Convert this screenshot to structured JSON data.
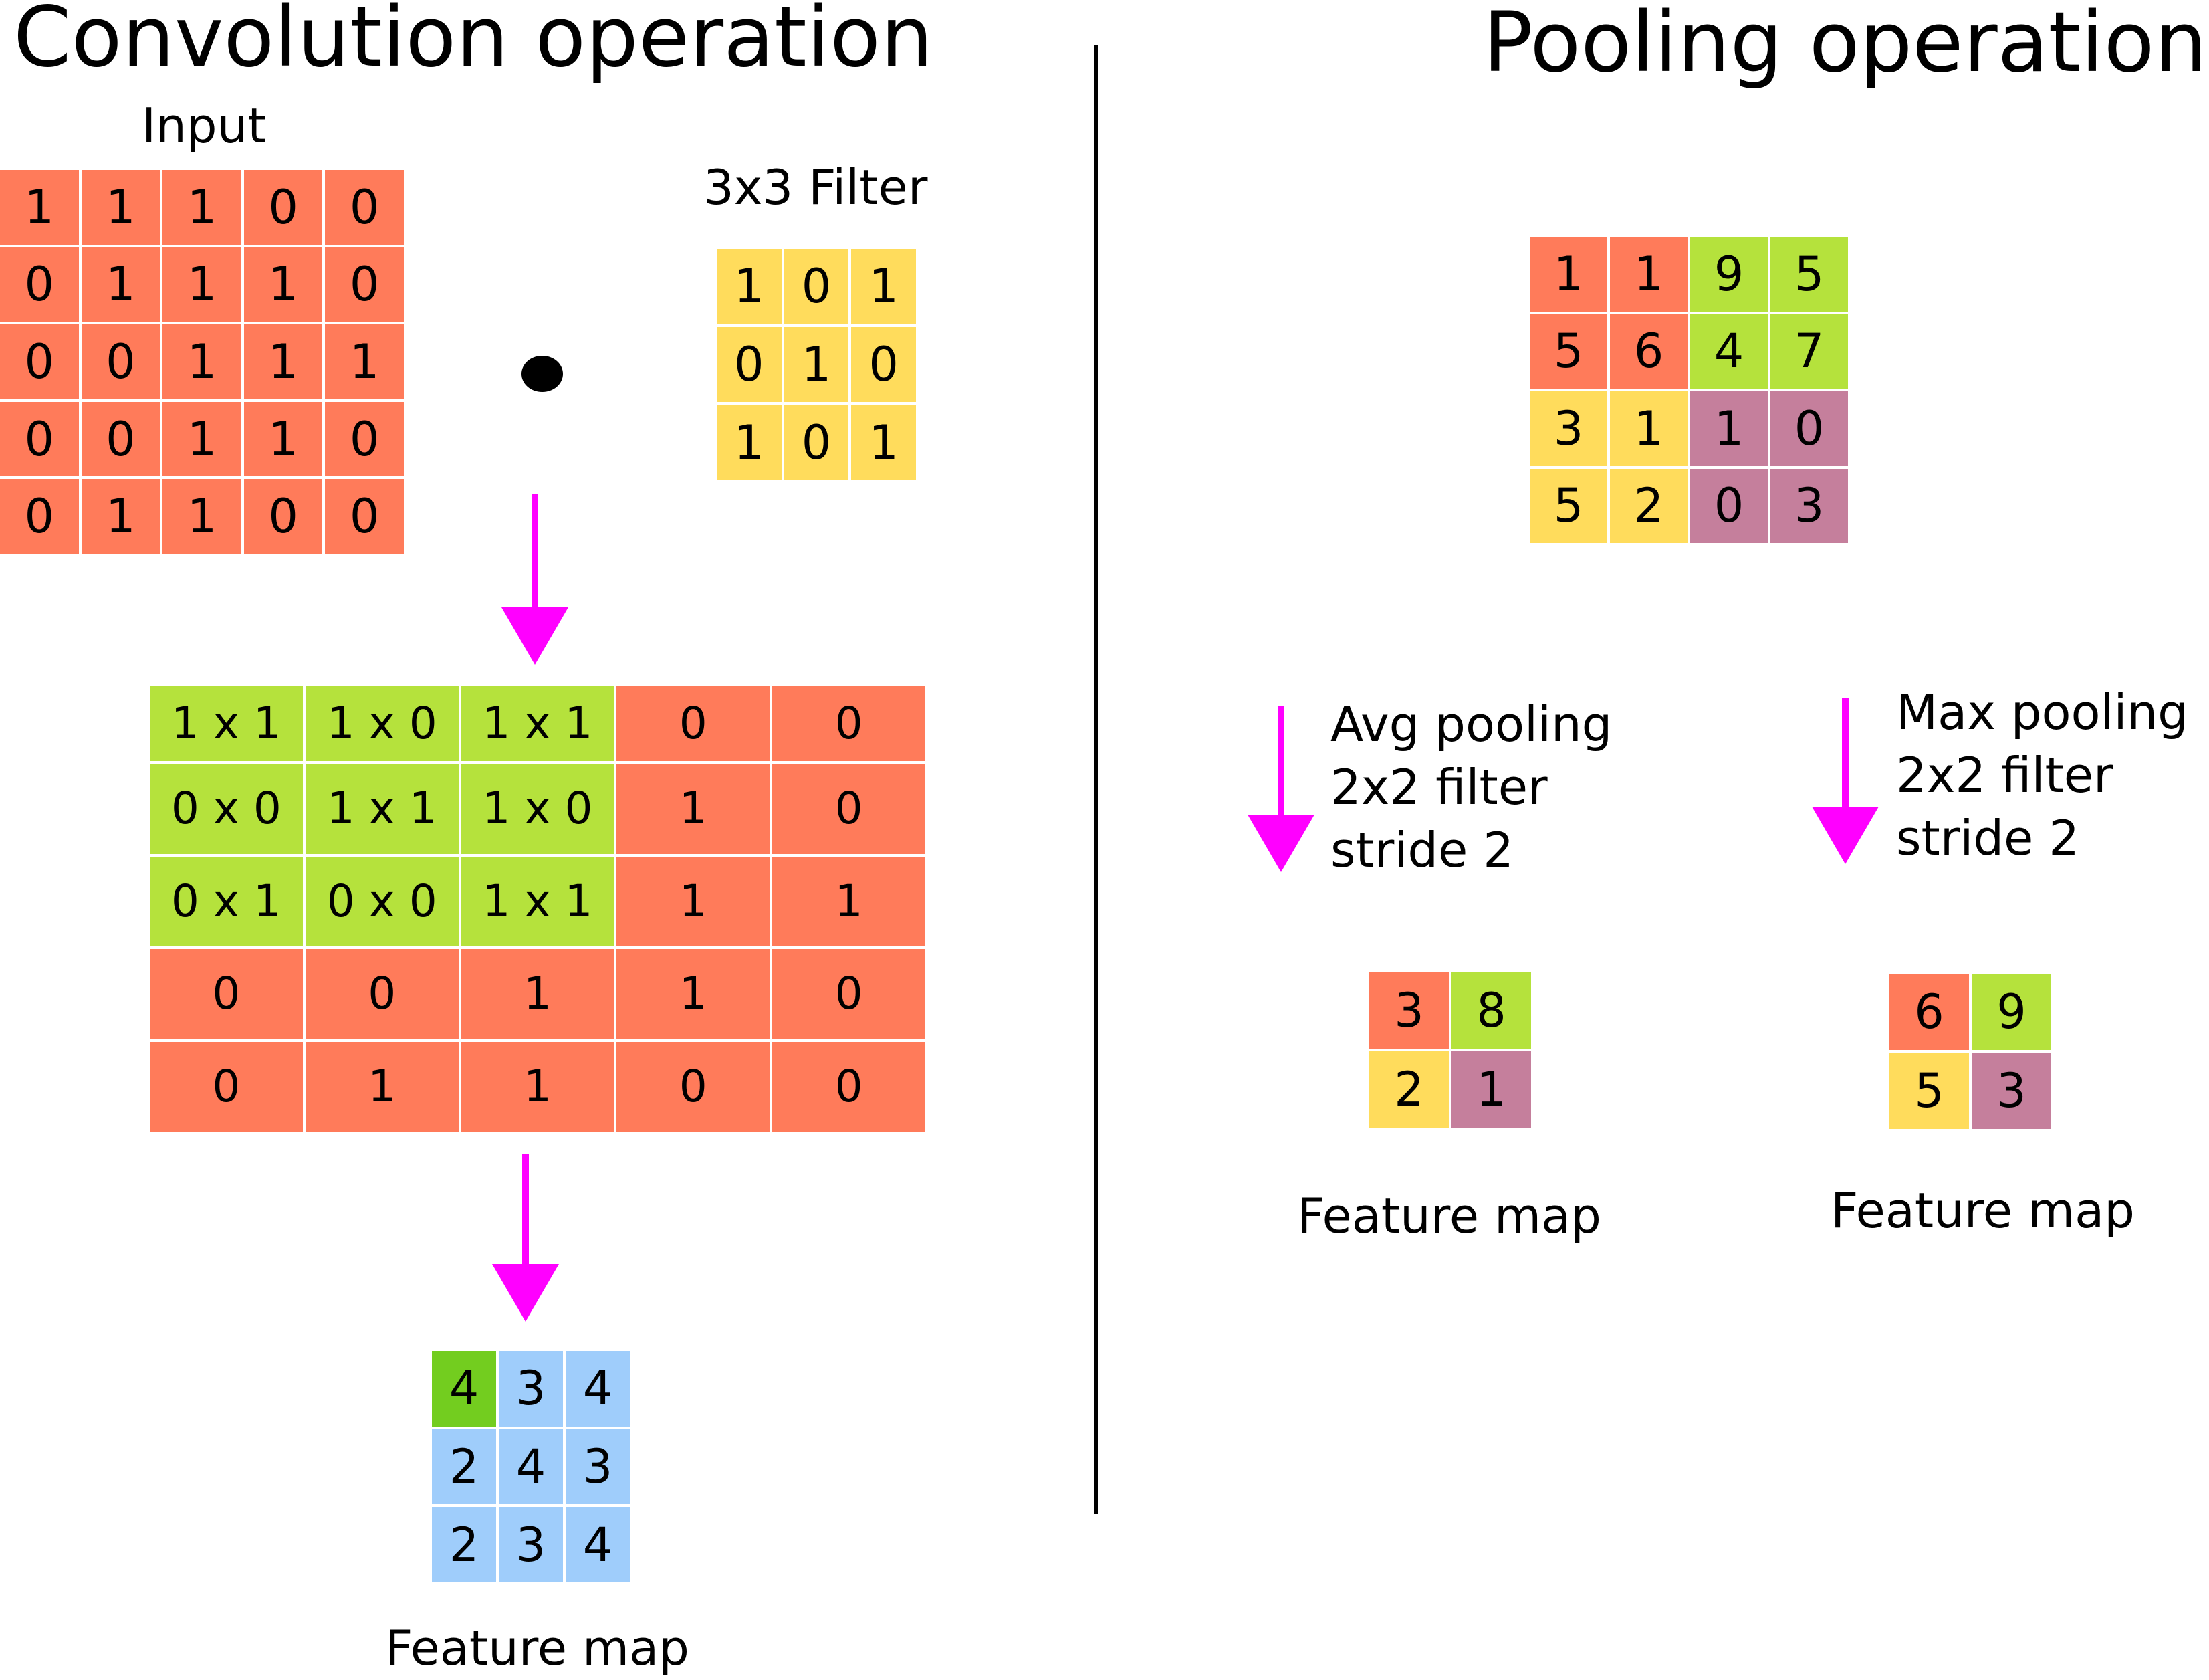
{
  "convolution": {
    "title": "Convolution operation",
    "input_label": "Input",
    "filter_label": "3x3 Filter",
    "feature_map_label": "Feature map",
    "input": [
      [
        "1",
        "1",
        "1",
        "0",
        "0"
      ],
      [
        "0",
        "1",
        "1",
        "1",
        "0"
      ],
      [
        "0",
        "0",
        "1",
        "1",
        "1"
      ],
      [
        "0",
        "0",
        "1",
        "1",
        "0"
      ],
      [
        "0",
        "1",
        "1",
        "0",
        "0"
      ]
    ],
    "filter": [
      [
        "1",
        "0",
        "1"
      ],
      [
        "0",
        "1",
        "0"
      ],
      [
        "1",
        "0",
        "1"
      ]
    ],
    "product": [
      [
        "1 x 1",
        "1 x 0",
        "1 x 1",
        "0",
        "0"
      ],
      [
        "0 x 0",
        "1 x 1",
        "1 x 0",
        "1",
        "0"
      ],
      [
        "0 x 1",
        "0 x 0",
        "1 x 1",
        "1",
        "1"
      ],
      [
        "0",
        "0",
        "1",
        "1",
        "0"
      ],
      [
        "0",
        "1",
        "1",
        "0",
        "0"
      ]
    ],
    "feature_map": [
      [
        "4",
        "3",
        "4"
      ],
      [
        "2",
        "4",
        "3"
      ],
      [
        "2",
        "3",
        "4"
      ]
    ]
  },
  "pooling": {
    "title": "Pooling operation",
    "input": [
      [
        "1",
        "1",
        "9",
        "5"
      ],
      [
        "5",
        "6",
        "4",
        "7"
      ],
      [
        "3",
        "1",
        "1",
        "0"
      ],
      [
        "5",
        "2",
        "0",
        "3"
      ]
    ],
    "avg": {
      "lines": [
        "Avg pooling",
        "2x2 filter",
        "stride 2"
      ],
      "result": [
        [
          "3",
          "8"
        ],
        [
          "2",
          "1"
        ]
      ],
      "label": "Feature map"
    },
    "max": {
      "lines": [
        "Max pooling",
        "2x2 filter",
        "stride 2"
      ],
      "result": [
        [
          "6",
          "9"
        ],
        [
          "5",
          "3"
        ]
      ],
      "label": "Feature map"
    }
  },
  "colors": {
    "orange": "#ff7b5a",
    "green": "#b5e23c",
    "dark_green": "#73cd1f",
    "yellow": "#ffdc5c",
    "mauve": "#c57f9c",
    "blue": "#9fcdfb",
    "arrow": "#ff00ff"
  }
}
